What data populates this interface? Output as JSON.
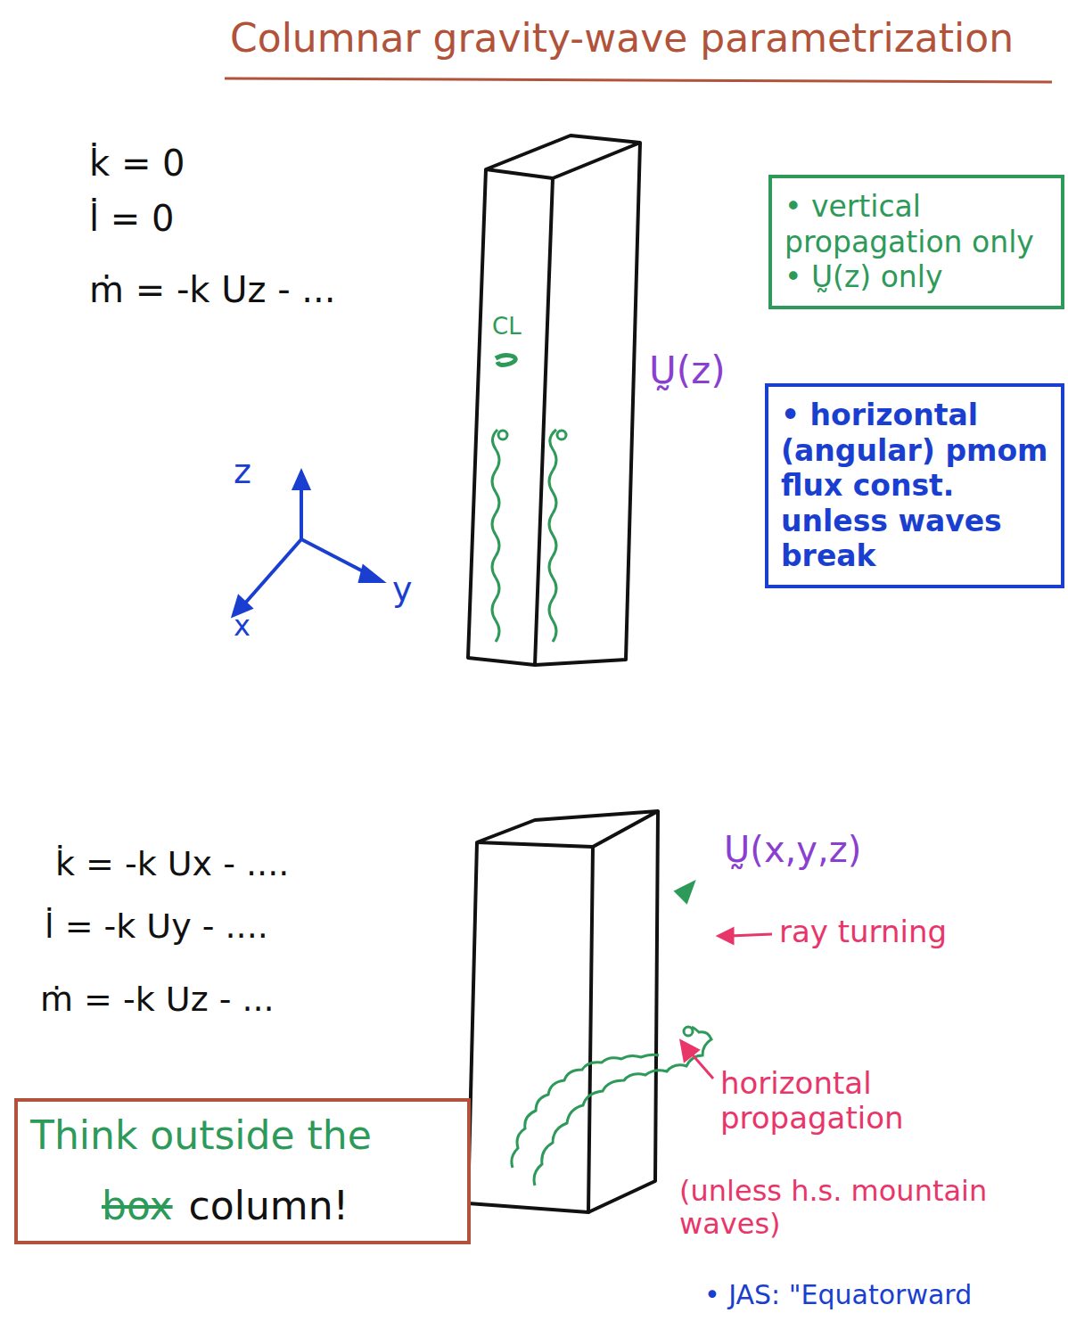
{
  "diagram": {
    "title": "Columnar gravity-wave parametrization",
    "nodes": [
      {
        "text": [
          "• vertical propagation only",
          "• Ṵ(z) only"
        ]
      },
      {
        "text": [
          "• horizontal (angular) pmom flux const. unless waves break"
        ]
      },
      {
        "text": [
          "Think outside the",
          "box",
          "column!"
        ]
      }
    ],
    "labels": [
      "k̇ = 0",
      "l̇ = 0",
      "ṁ = -k Uz - ...",
      "CL",
      "Ṵ(z)",
      "z",
      "x",
      "y",
      "k̇ = -k Ux - ....",
      "l̇ = -k Uy - ....",
      "ṁ = -k Uz - ...",
      "Ṵ(x,y,z)",
      "ray turning",
      "horizontal propagation",
      "(unless h.s. mountain waves)",
      "• JAS: \"Equatorward"
    ]
  }
}
